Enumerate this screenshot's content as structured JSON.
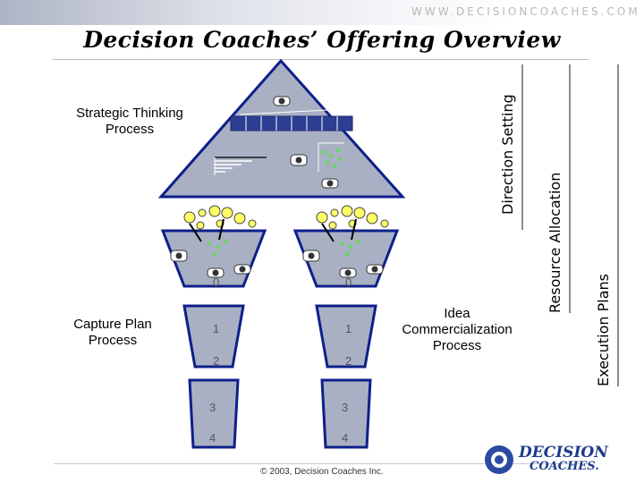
{
  "header": {
    "url_text": "WWW.DECISIONCOACHES.COM",
    "title": "Decision Coaches’ Offering Overview"
  },
  "labels": {
    "strategic": "Strategic Thinking\nProcess",
    "capture": "Capture Plan\nProcess",
    "idea": "Idea\nCommercialization\nProcess"
  },
  "side_labels": {
    "direction": "Direction Setting",
    "resource": "Resource Allocation",
    "execution": "Execution Plans"
  },
  "funnel_stages": [
    "0",
    "1",
    "2",
    "3",
    "4"
  ],
  "footer": {
    "copyright": "© 2003, Decision Coaches Inc.",
    "logo_top": "DECISION",
    "logo_bottom": "COACHES."
  },
  "colors": {
    "shape_fill": "#a9b0c3",
    "shape_border": "#0e1f8a",
    "idea_dot": "#ffff66",
    "green_dot": "#6fd26f"
  }
}
